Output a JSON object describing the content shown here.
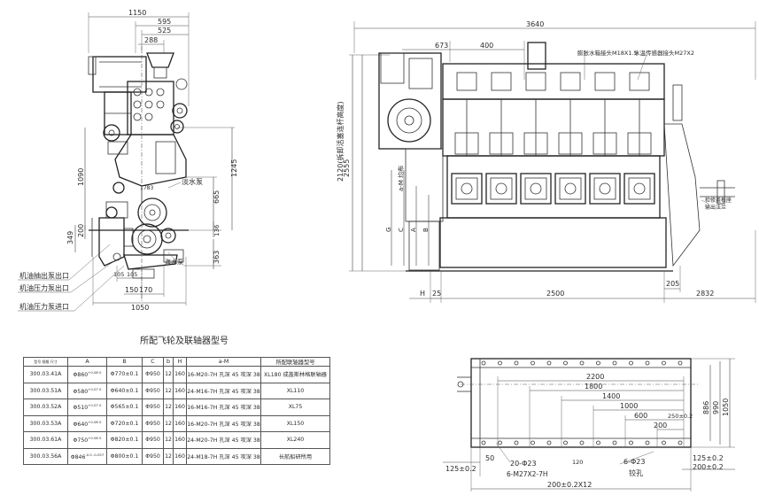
{
  "left_view": {
    "dims_top": [
      "1150",
      "595",
      "525",
      "288"
    ],
    "dims_left": [
      "1090",
      "349",
      "200"
    ],
    "dims_right": [
      "1245",
      "665",
      "136",
      "363"
    ],
    "dims_bottom": [
      "105",
      "105",
      "150",
      "170",
      "1050"
    ],
    "small_label": "1783",
    "callouts": {
      "fresh_pump": "淡水泵",
      "sea_pump": "海水泵",
      "oil_out": "机油抽出泵出口",
      "oil_press_out": "机油压力泵出口",
      "oil_press_in": "机油压力泵进口"
    }
  },
  "right_view": {
    "dims_top": [
      "3640",
      "673",
      "400"
    ],
    "dims_vertical": [
      "2555",
      "2120(拆卸活塞连杆高度)"
    ],
    "dims_bottom": [
      "H",
      "25",
      "2500",
      "205",
      "2832"
    ],
    "side_labels": [
      "a-M 均布",
      "G",
      "C",
      "A",
      "B"
    ],
    "callouts": [
      "膨胀水箱接头M18X1.5",
      "水温传感器接头M27X2",
      "检修盖板座",
      "输出法兰"
    ]
  },
  "table": {
    "caption": "所配飞轮及联轴器型号",
    "corner": "型号 规格 尺寸",
    "headers": [
      "A",
      "B",
      "C",
      "b",
      "H",
      "a-M",
      "所配联轴器型号"
    ],
    "rows": [
      [
        "300.03.41A",
        "Φ860",
        "+0.08 0",
        "Φ770±0.1",
        "Φ950",
        "12",
        "160",
        "16-M20-7H 孔深 45 攻深 38",
        "XL180 成盖斯林格联轴器"
      ],
      [
        "300.03.51A",
        "Φ580",
        "+0.07 0",
        "Φ640±0.1",
        "Φ950",
        "12",
        "160",
        "24-M16-7H 孔深 45 攻深 38",
        "XL110"
      ],
      [
        "300.03.52A",
        "Φ510",
        "+0.07 0",
        "Φ565±0.1",
        "Φ950",
        "12",
        "160",
        "16-M16-7H 孔深 45 攻深 38",
        "XL75"
      ],
      [
        "300.03.53A",
        "Φ640",
        "+0.08 0",
        "Φ720±0.1",
        "Φ950",
        "12",
        "160",
        "16-M20-7H 孔深 45 攻深 38",
        "XL150"
      ],
      [
        "300.03.61A",
        "Φ750",
        "+0.08 0",
        "Φ820±0.1",
        "Φ950",
        "12",
        "160",
        "24-M20-7H 孔深 45 攻深 38",
        "XL240"
      ],
      [
        "300.03.56A",
        "Φ846",
        "-0.0 -0.057",
        "Φ800±0.1",
        "Φ950",
        "12",
        "160",
        "24-M18-7H 孔深 45 攻深 38",
        "长航船研所用"
      ]
    ]
  },
  "base_plan": {
    "dims_horizontal": [
      "2200",
      "1800",
      "1400",
      "1000",
      "600",
      "200"
    ],
    "small": [
      "250±0.2",
      "120"
    ],
    "dims_right": [
      "886",
      "990",
      "1050"
    ],
    "bottom_labels": [
      "50",
      "125±0.2",
      "20-Φ23",
      "6-M27X2-7H",
      "6-Φ23",
      "铰孔",
      "125±0.2",
      "200±0.2",
      "200±0.2X12"
    ]
  }
}
